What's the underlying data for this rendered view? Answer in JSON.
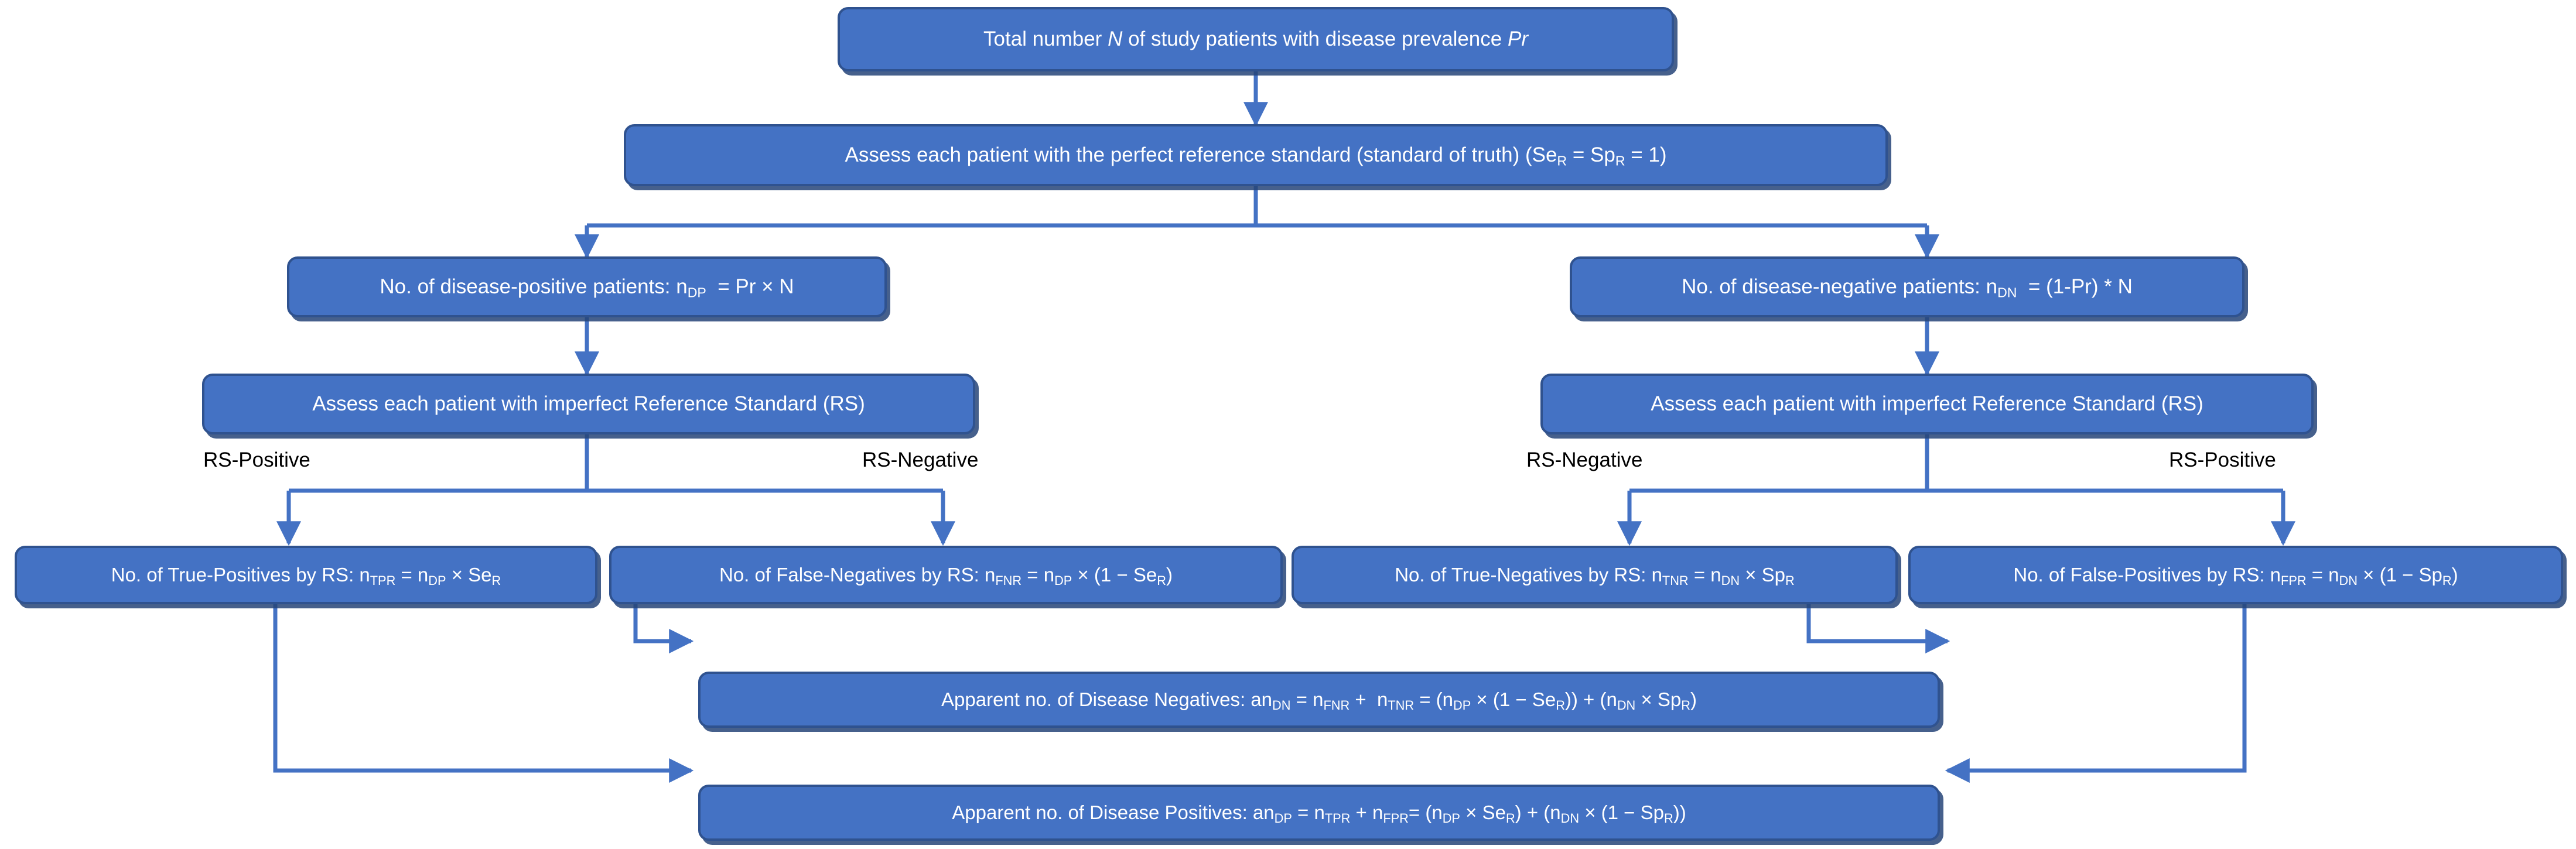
{
  "diagram": {
    "title": "Flowchart of study patients assessed by perfect and imperfect reference standards",
    "colors": {
      "node_fill": "#4472C4",
      "node_border": "#2F528F",
      "node_text": "#FFFFFF",
      "connector": "#4472C4",
      "edge_label_text": "#000000",
      "background": "#FFFFFF"
    },
    "nodes": {
      "total_patients": {
        "label": "Total number N of study patients with disease prevalence Pr",
        "html": "Total number <i>N</i> of study patients with disease prevalence <i>Pr</i>"
      },
      "assess_perfect": {
        "label": "Assess each patient with the perfect reference standard (standard of truth) (SeR = SpR = 1)",
        "html": "Assess each patient with the perfect reference standard (standard of truth) (Se<sub>R</sub> = Sp<sub>R</sub> = 1)"
      },
      "disease_positive": {
        "label": "No. of disease-positive patients: nDP = Pr × N",
        "html": "No. of disease-positive patients: n<sub>DP</sub>&nbsp; = Pr × N"
      },
      "disease_negative": {
        "label": "No. of disease-negative patients: nDN = (1-Pr) * N",
        "html": "No. of disease-negative patients: n<sub>DN</sub>&nbsp; = (1-Pr) * N"
      },
      "assess_imperfect_left": {
        "label": "Assess each patient with imperfect Reference Standard (RS)",
        "html": "Assess each patient with imperfect Reference Standard (RS)"
      },
      "assess_imperfect_right": {
        "label": "Assess each patient with imperfect Reference Standard (RS)",
        "html": "Assess each patient with imperfect Reference Standard (RS)"
      },
      "true_positives": {
        "label": "No. of True-Positives by RS: nTPR = nDP × SeR",
        "html": "No. of True-Positives by RS: n<sub>TPR</sub> = n<sub>DP</sub> × Se<sub>R</sub>"
      },
      "false_negatives": {
        "label": "No. of False-Negatives by RS: nFNR = nDP × (1 − SeR)",
        "html": "No. of False-Negatives by RS: n<sub>FNR</sub> = n<sub>DP</sub> × (1 − Se<sub>R</sub>)"
      },
      "true_negatives": {
        "label": "No. of True-Negatives by RS: nTNR = nDN × SpR",
        "html": "No. of True-Negatives by RS: n<sub>TNR</sub> = n<sub>DN</sub> × Sp<sub>R</sub>"
      },
      "false_positives": {
        "label": "No. of False-Positives by RS: nFPR = nDN × (1 − SpR)",
        "html": "No. of False-Positives by RS: n<sub>FPR</sub> = n<sub>DN</sub> × (1 − Sp<sub>R</sub>)"
      },
      "apparent_negatives": {
        "label": "Apparent no. of Disease Negatives: anDN = nFNR + nTNR = (nDP × (1 − SeR)) + (nDN × SpR)",
        "html": "Apparent no. of Disease Negatives: an<sub>DN</sub> = n<sub>FNR</sub> +&nbsp; n<sub>TNR</sub> = (n<sub>DP</sub> × (1 − Se<sub>R</sub>)) + (n<sub>DN</sub> × Sp<sub>R</sub>)"
      },
      "apparent_positives": {
        "label": "Apparent no. of Disease Positives: anDP = nTPR + nFPR = (nDP × SeR) + (nDN × (1 − SpR))",
        "html": "Apparent no. of Disease Positives: an<sub>DP</sub> = n<sub>TPR</sub> + n<sub>FPR</sub>= (n<sub>DP</sub> × Se<sub>R</sub>) + (n<sub>DN</sub> × (1 − Sp<sub>R</sub>))"
      }
    },
    "edge_labels": {
      "left_positive": "RS-Positive",
      "left_negative": "RS-Negative",
      "right_negative": "RS-Negative",
      "right_positive": "RS-Positive"
    }
  }
}
